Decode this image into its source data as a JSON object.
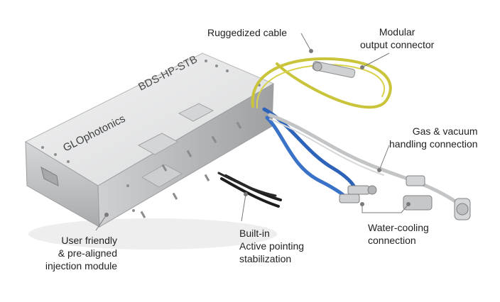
{
  "device": {
    "model": "BDS-HP-STB",
    "brand": "GLOphotonics"
  },
  "callouts": {
    "ruggedized_cable": "Ruggedized cable",
    "modular_output": [
      "Modular",
      "output connector"
    ],
    "gas_vacuum": [
      "Gas & vacuum",
      "handling connection"
    ],
    "water_cooling": [
      "Water-cooling",
      "connection"
    ],
    "active_pointing": [
      "Built-in",
      "Active pointing",
      "stabilization"
    ],
    "injection_module": [
      "User friendly",
      "& pre-aligned",
      "injection module"
    ]
  },
  "colors": {
    "housing_top": "#e9e9ea",
    "housing_front": "#c9cacc",
    "housing_side": "#b8b9bb",
    "yellow_cable": "#c9c43a",
    "blue_hose": "#2d63b8",
    "steel_line": "#c2c4c6",
    "leader": "#7a7a7a"
  }
}
